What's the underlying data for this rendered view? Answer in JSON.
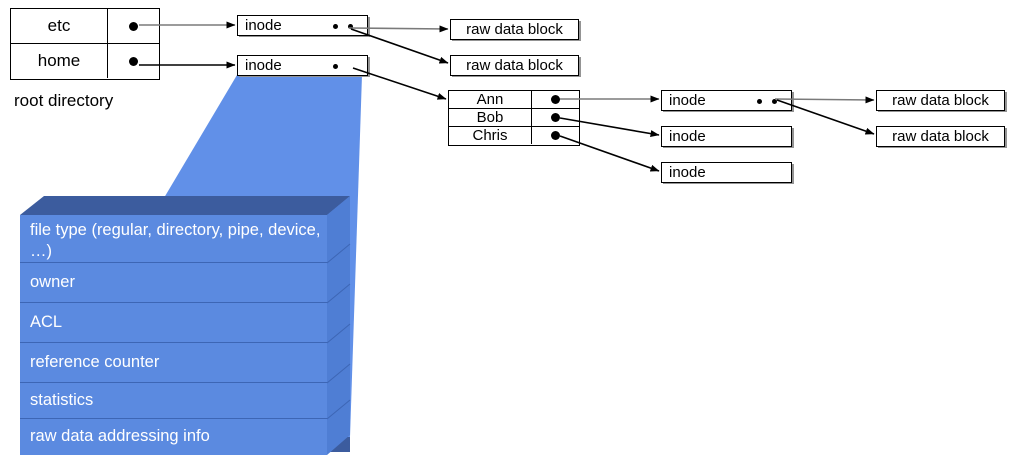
{
  "diagram": {
    "title": "Unix inode / directory structure diagram",
    "root_directory": {
      "caption": "root directory",
      "entries": [
        {
          "name": "etc",
          "pointer": "dot"
        },
        {
          "name": "home",
          "pointer": "dot"
        }
      ]
    },
    "home_directory": {
      "entries": [
        {
          "name": "Ann",
          "pointer": "dot"
        },
        {
          "name": "Bob",
          "pointer": "dot"
        },
        {
          "name": "Chris",
          "pointer": "dot"
        }
      ]
    },
    "inodes": [
      {
        "id": "inode-etc",
        "label": "inode",
        "pointers": 2
      },
      {
        "id": "inode-home",
        "label": "inode",
        "pointers": 1
      },
      {
        "id": "inode-ann",
        "label": "inode",
        "pointers": 2
      },
      {
        "id": "inode-bob",
        "label": "inode",
        "pointers": 0
      },
      {
        "id": "inode-chris",
        "label": "inode",
        "pointers": 0
      }
    ],
    "raw_data_blocks": [
      {
        "id": "rdb-etc-1",
        "label": "raw data block"
      },
      {
        "id": "rdb-etc-2",
        "label": "raw data block"
      },
      {
        "id": "rdb-ann-1",
        "label": "raw data block"
      },
      {
        "id": "rdb-ann-2",
        "label": "raw data block"
      }
    ],
    "inode_fields": [
      "file type (regular, directory, pipe, device, …)",
      "owner",
      "ACL",
      "reference counter",
      "statistics",
      "raw data addressing info"
    ],
    "colors": {
      "stack_front": "#5b8ae0",
      "stack_top": "#3c5c9e",
      "stack_side": "#4f7ed4",
      "stack_divider": "#3d66b5",
      "wedge": "#6190e8",
      "wedge_base": "#3c5c9e",
      "line": "#000000",
      "box_border": "#000000",
      "box_fill": "#ffffff",
      "shadow": "#949494",
      "text": "#000000",
      "stack_text": "#ffffff"
    }
  }
}
